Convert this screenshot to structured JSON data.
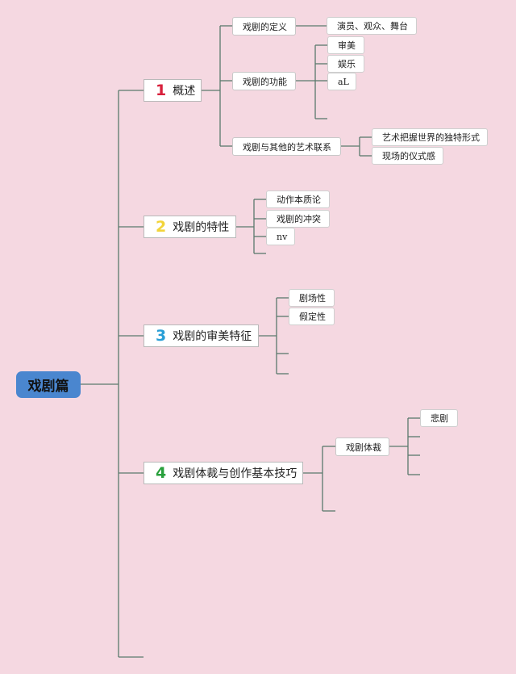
{
  "root": {
    "label": "戏剧篇",
    "color": "#4a86cf"
  },
  "line_color": "#5a7a6c",
  "branches": [
    {
      "number": "1",
      "number_color": "#d8203c",
      "label": "概述",
      "children": [
        {
          "label": "戏剧的定义",
          "children": [
            "演员、观众、舞台"
          ]
        },
        {
          "label": "戏剧的功能",
          "children": [
            "审美",
            "娱乐",
            "aL",
            ""
          ]
        },
        {
          "label": "戏剧与其他的艺术联系",
          "children": [
            "艺术把握世界的独特形式",
            "现场的仪式感"
          ]
        }
      ]
    },
    {
      "number": "2",
      "number_color": "#f2d43a",
      "label": "戏剧的特性",
      "children": [
        "动作本质论",
        "戏剧的冲突",
        "nv",
        ""
      ]
    },
    {
      "number": "3",
      "number_color": "#2a9fd6",
      "label": "戏剧的审美特征",
      "children": [
        "剧场性",
        "假定性",
        "",
        ""
      ]
    },
    {
      "number": "4",
      "number_color": "#28a03c",
      "label": "戏剧体裁与创作基本技巧",
      "children": [
        {
          "label": "戏剧体裁",
          "children": [
            "悲剧",
            "",
            "",
            ""
          ]
        },
        {
          "label": ""
        }
      ]
    },
    {
      "label": ""
    }
  ]
}
